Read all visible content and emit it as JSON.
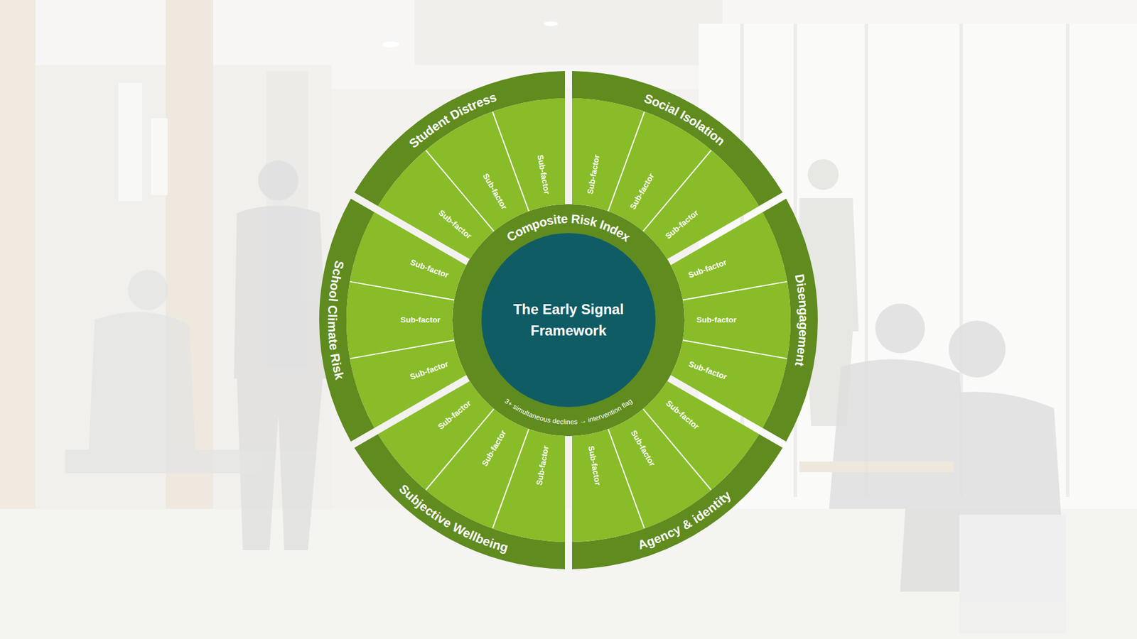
{
  "diagram": {
    "nodes": [
      {
        "text": [
          "Composite Risk Index",
          "3+ simultaneous declines → intervention flag"
        ]
      },
      {
        "text": [
          "The Early Signal Framework"
        ],
        "in": 0
      },
      {
        "text": [
          "Student Distress"
        ]
      },
      {
        "text": [
          "Sub-factor"
        ],
        "in": 2
      },
      {
        "text": [
          "Sub-factor"
        ],
        "in": 2
      },
      {
        "text": [
          "Sub-factor"
        ],
        "in": 2
      },
      {
        "text": [
          "Social Isolation"
        ]
      },
      {
        "text": [
          "Sub-factor"
        ],
        "in": 6
      },
      {
        "text": [
          "Sub-factor"
        ],
        "in": 6
      },
      {
        "text": [
          "Sub-factor"
        ],
        "in": 6
      },
      {
        "text": [
          "Disengagement"
        ]
      },
      {
        "text": [
          "Sub-factor"
        ],
        "in": 10
      },
      {
        "text": [
          "Sub-factor"
        ],
        "in": 10
      },
      {
        "text": [
          "Sub-factor"
        ],
        "in": 10
      },
      {
        "text": [
          "Agency & identity"
        ]
      },
      {
        "text": [
          "Sub-factor"
        ],
        "in": 14
      },
      {
        "text": [
          "Sub-factor"
        ],
        "in": 14
      },
      {
        "text": [
          "Sub-factor"
        ],
        "in": 14
      },
      {
        "text": [
          "Subjective Wellbeing"
        ]
      },
      {
        "text": [
          "Sub-factor"
        ],
        "in": 18
      },
      {
        "text": [
          "Sub-factor"
        ],
        "in": 18
      },
      {
        "text": [
          "Sub-factor"
        ],
        "in": 18
      },
      {
        "text": [
          "School Climate Risk"
        ]
      },
      {
        "text": [
          "Sub-factor"
        ],
        "in": 22
      },
      {
        "text": [
          "Sub-factor"
        ],
        "in": 22
      },
      {
        "text": [
          "Sub-factor"
        ],
        "in": 22
      }
    ]
  }
}
